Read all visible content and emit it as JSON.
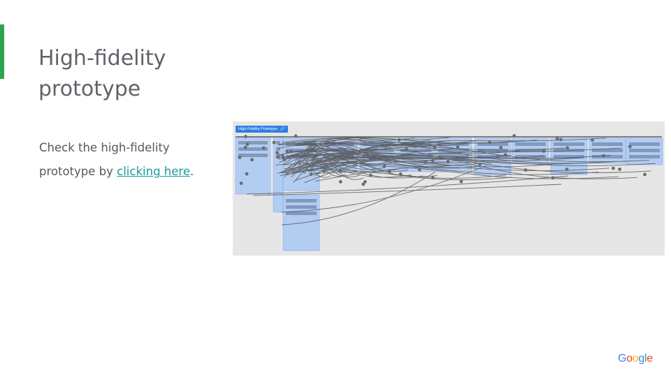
{
  "slide": {
    "title_line1": "High-fidelity",
    "title_line2": "prototype",
    "body_prefix": "Check the high-fidelity prototype by ",
    "link_text": "clicking here",
    "body_suffix": ".",
    "accent_color": "#2da44e",
    "link_color": "#1a9b9e"
  },
  "screenshot": {
    "label": "High-Fidelity Prototype",
    "label_icon": "link-icon",
    "background_color": "#e6e6e6",
    "frame_color": "#a9c8f5"
  },
  "logo": {
    "letters": [
      {
        "char": "G",
        "color": "#4285F4"
      },
      {
        "char": "o",
        "color": "#EA4335"
      },
      {
        "char": "o",
        "color": "#FBBC05"
      },
      {
        "char": "g",
        "color": "#4285F4"
      },
      {
        "char": "l",
        "color": "#34A853"
      },
      {
        "char": "e",
        "color": "#EA4335"
      }
    ]
  }
}
